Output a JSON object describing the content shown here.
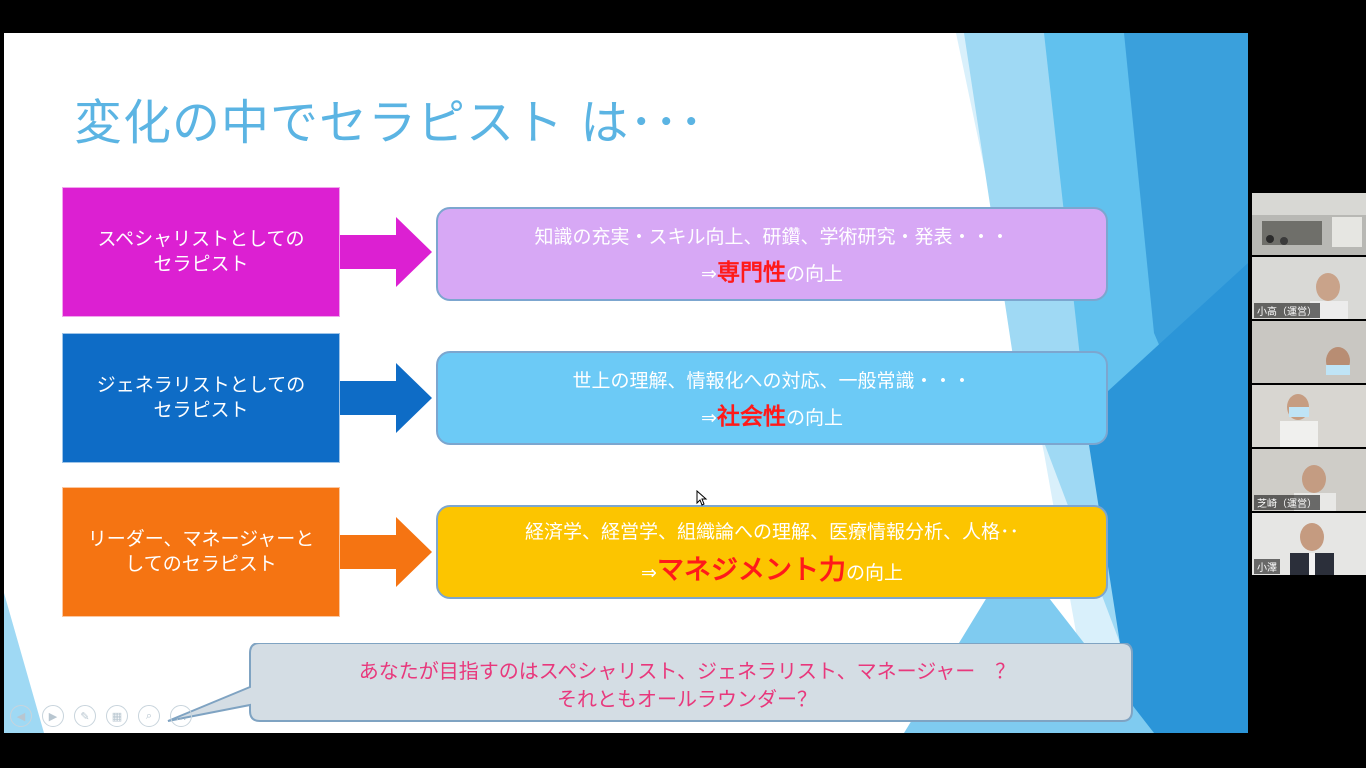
{
  "slide": {
    "title": "変化の中でセラピスト は･･･",
    "rows": [
      {
        "role": "スペシャリストとしての\nセラピスト",
        "role_color": "#dc20d2",
        "box_color": "#d7a8f5",
        "line1": "知識の充実・スキル向上、研鑽、学術研究・発表・・・",
        "prefix": "⇒",
        "highlight": "専門性",
        "suffix": "の向上"
      },
      {
        "role": "ジェネラリストとしての\nセラピスト",
        "role_color": "#0e6cc6",
        "box_color": "#6ccaf6",
        "line1": "世上の理解、情報化への対応、一般常識・・・",
        "prefix": "⇒",
        "highlight": "社会性",
        "suffix": "の向上"
      },
      {
        "role": "リーダー、マネージャーと\nしてのセラピスト",
        "role_color": "#f57412",
        "box_color": "#fcc500",
        "line1": "経済学、経営学、組織論への理解、医療情報分析、人格･･",
        "prefix": "⇒",
        "highlight": "マネジメント力",
        "suffix": "の向上"
      }
    ],
    "callout": {
      "line1": "あなたが目指すのはスペシャリスト、ジェネラリスト、マネージャー　？",
      "line2": "それともオールラウンダー？"
    },
    "accent_color": "#5bb4e3",
    "highlight_color": "#ff1a1a",
    "callout_text_color": "#e8387c"
  },
  "toolbar": {
    "icons": [
      "previous-slide-icon",
      "next-slide-icon",
      "pen-icon",
      "slides-grid-icon",
      "zoom-icon",
      "more-options-icon"
    ]
  },
  "participants": [
    {
      "name": "",
      "scene": "room"
    },
    {
      "name": "小高（運営）",
      "scene": "person"
    },
    {
      "name": "",
      "scene": "person-mask"
    },
    {
      "name": "",
      "scene": "person-mask-2"
    },
    {
      "name": "芝崎（運営）",
      "scene": "person"
    },
    {
      "name": "小澤",
      "scene": "person-suit"
    }
  ]
}
